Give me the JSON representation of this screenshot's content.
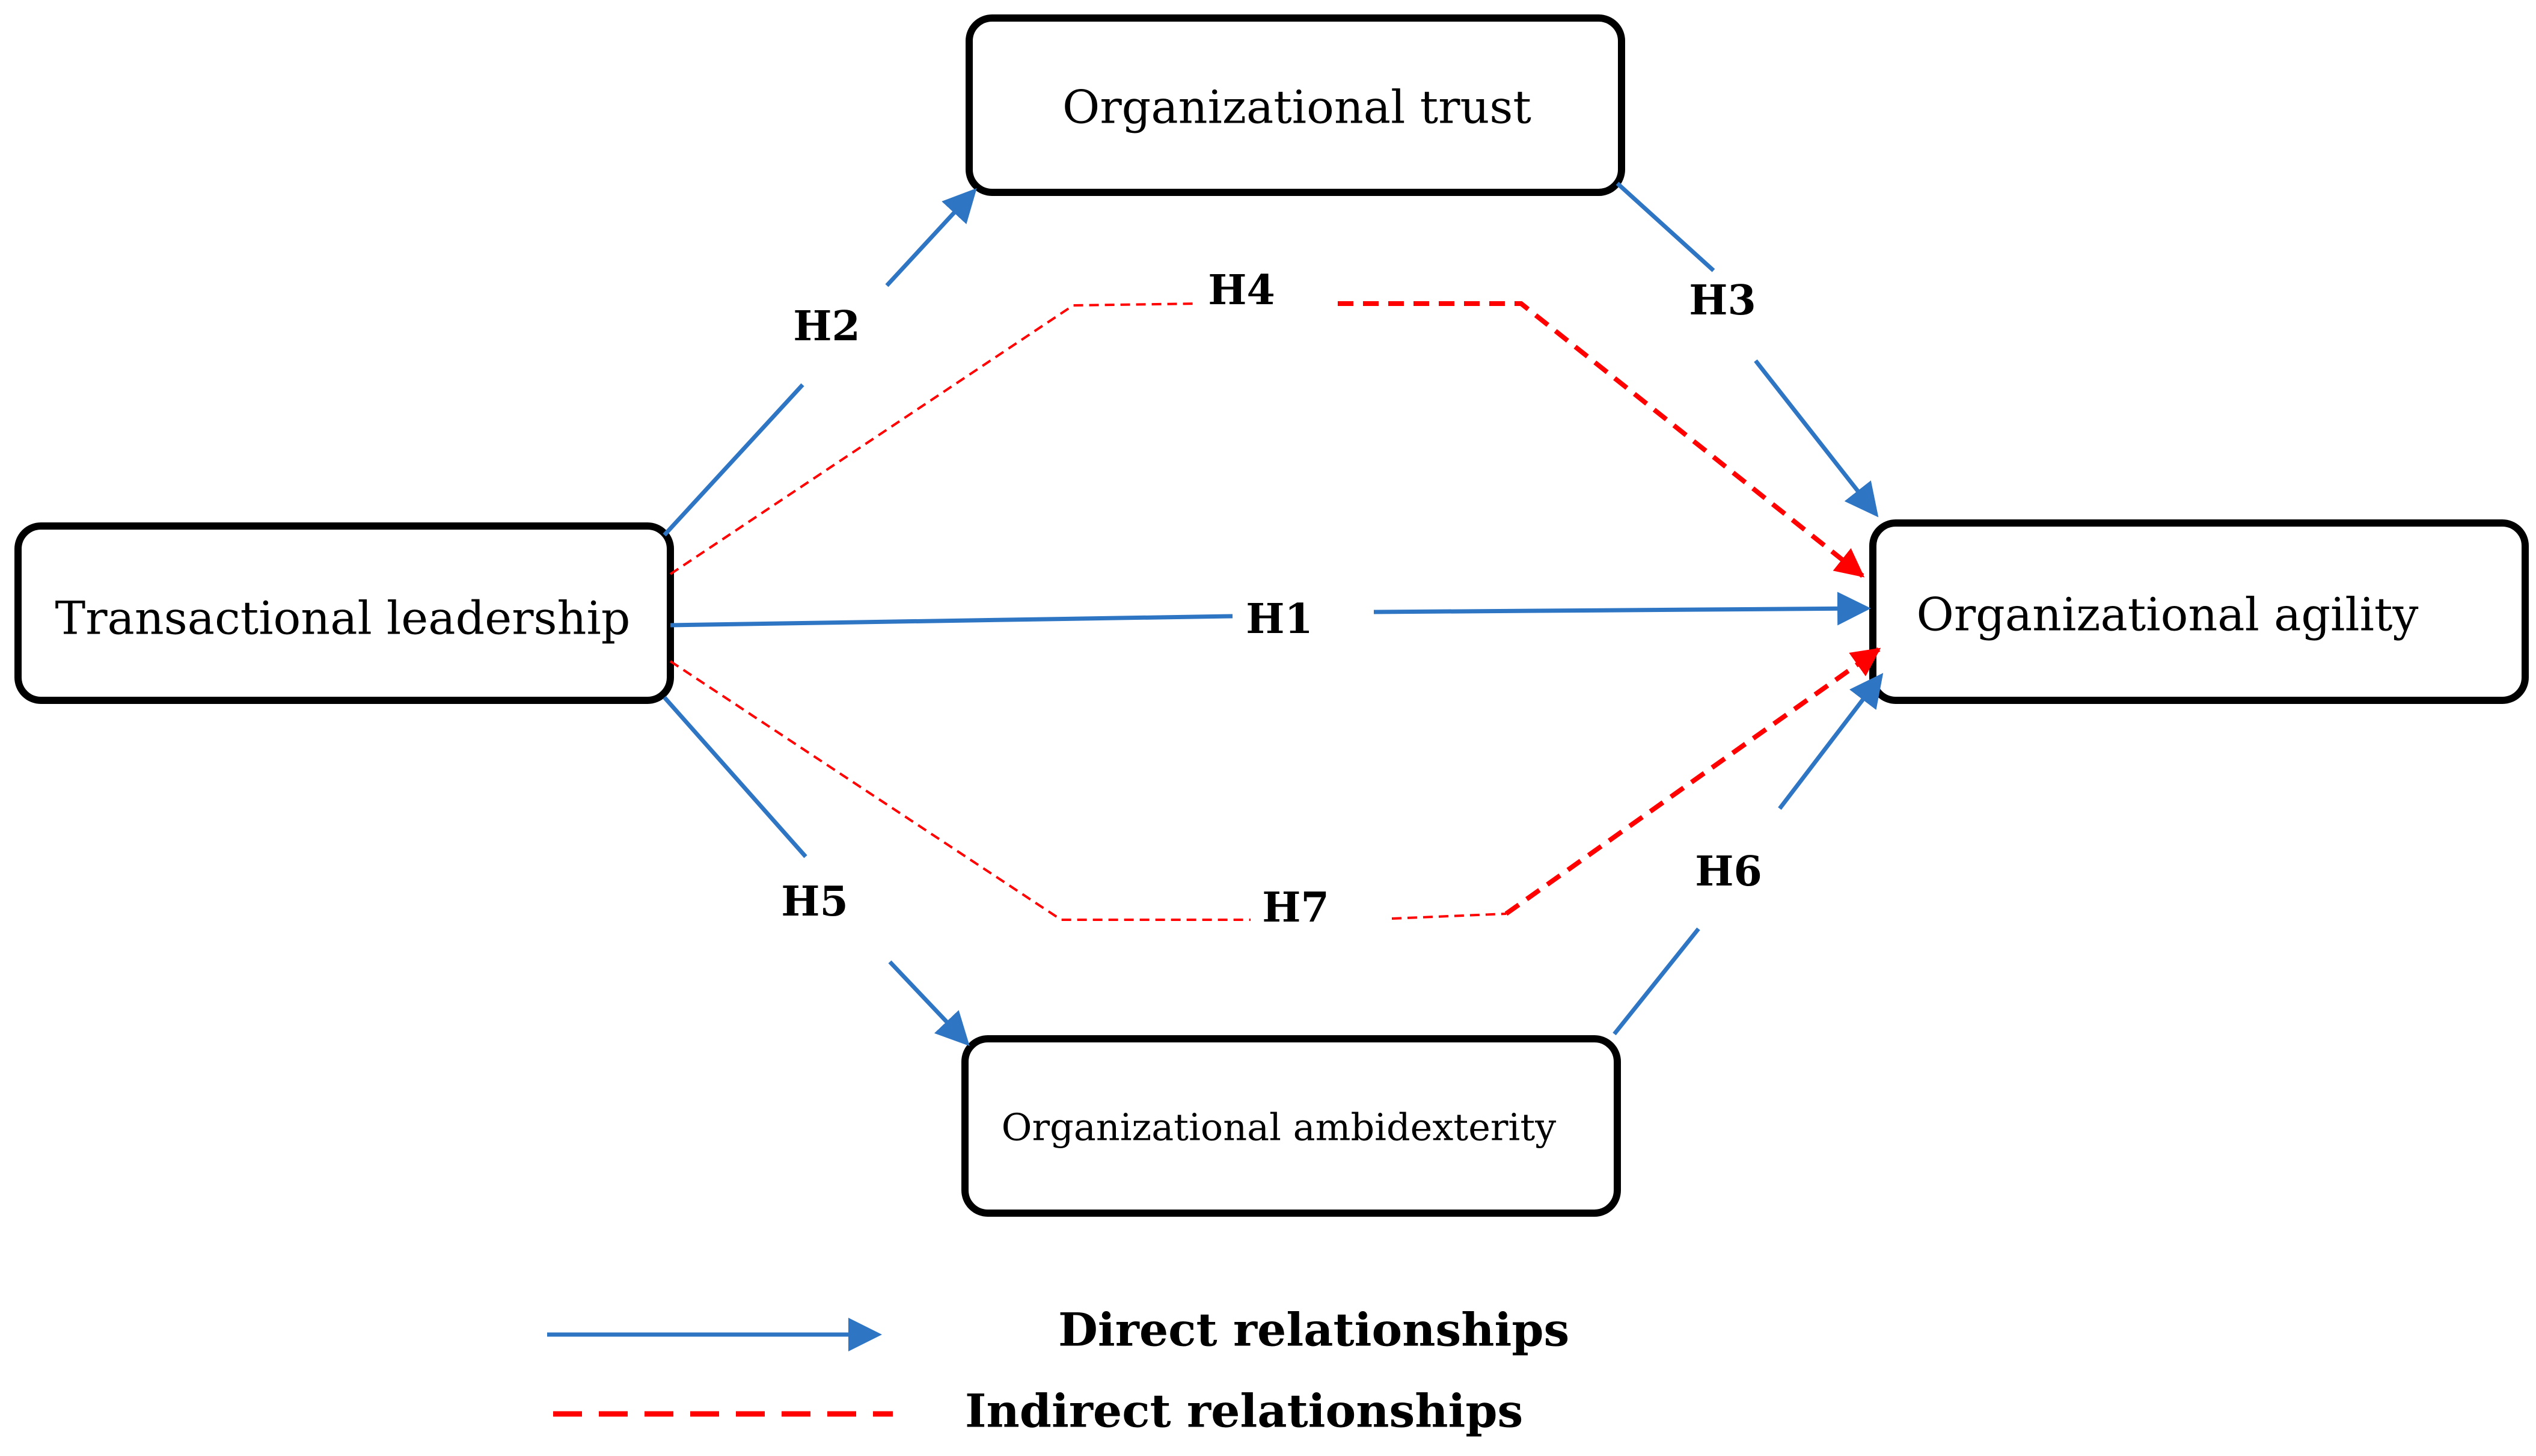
{
  "nodes": {
    "transactional_leadership": "Transactional leadership",
    "organizational_trust": "Organizational trust",
    "organizational_agility": "Organizational agility",
    "organizational_ambidexterity": "Organizational ambidexterity"
  },
  "edges": {
    "h1": "H1",
    "h2": "H2",
    "h3": "H3",
    "h4": "H4",
    "h5": "H5",
    "h6": "H6",
    "h7": "H7"
  },
  "legend": {
    "direct": "Direct relationships",
    "indirect": "Indirect relationships"
  },
  "colors": {
    "direct": "#2e75c4",
    "indirect": "#ff0000"
  }
}
